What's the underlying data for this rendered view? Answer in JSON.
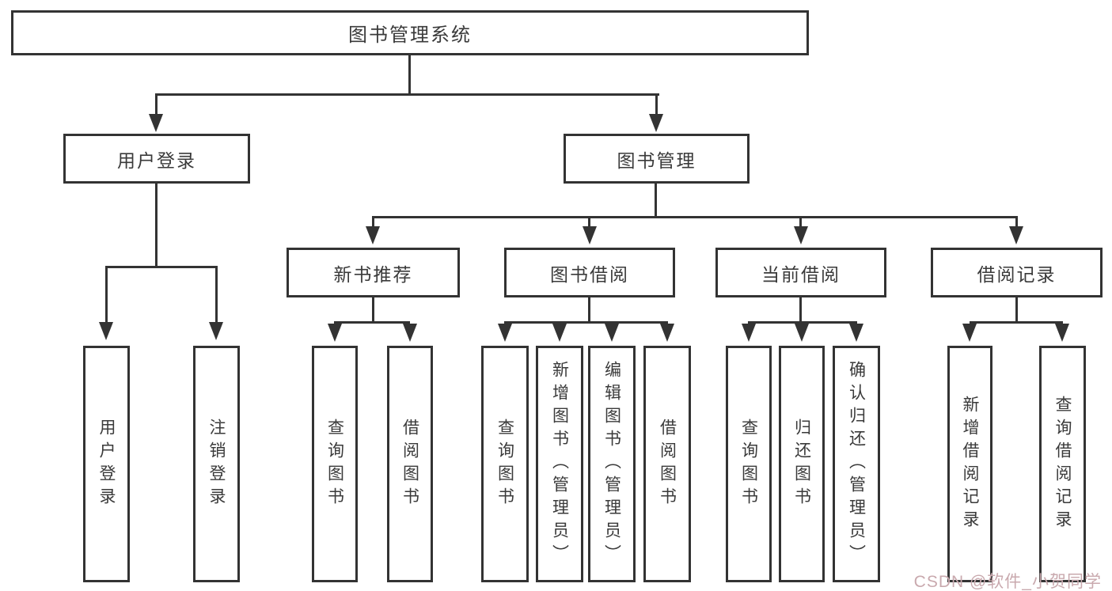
{
  "diagram": {
    "root_label": "图书管理系统",
    "branches": {
      "user_login": {
        "label": "用户登录",
        "children": [
          "用户登录",
          "注销登录"
        ]
      },
      "book_mgmt": {
        "label": "图书管理"
      }
    },
    "modules": [
      {
        "label": "新书推荐",
        "children": [
          "查询图书",
          "借阅图书"
        ]
      },
      {
        "label": "图书借阅",
        "children": [
          "查询图书",
          "新增图书（管理员）",
          "编辑图书（管理员）",
          "借阅图书"
        ]
      },
      {
        "label": "当前借阅",
        "children": [
          "查询图书",
          "归还图书",
          "确认归还（管理员）"
        ]
      },
      {
        "label": "借阅记录",
        "children": [
          "新增借阅记录",
          "查询借阅记录"
        ]
      }
    ],
    "watermark": "CSDN @软件_小贺同学",
    "colors": {
      "line": "#333333",
      "text": "#3a3a3a",
      "watermark": "#c9a9ae",
      "background": "#ffffff"
    }
  }
}
